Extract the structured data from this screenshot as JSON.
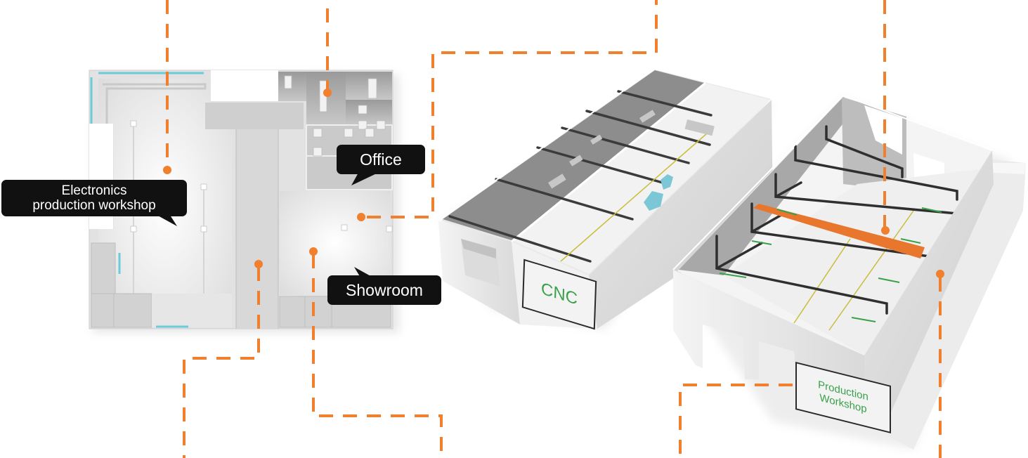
{
  "diagram": {
    "type": "architectural-zoning",
    "colors": {
      "leader": "#f07f2e",
      "callout_bg": "#111111",
      "callout_text": "#ffffff",
      "sign_text": "#3aa14a",
      "glass": "#6ccbd8",
      "beam_highlight": "#e8772d"
    },
    "floor_plan": {
      "labels": {
        "electronics_line1": "Electronics",
        "electronics_line2": "production workshop",
        "office": "Office",
        "showroom": "Showroom"
      }
    },
    "building_cnc": {
      "sign": "CNC"
    },
    "building_production": {
      "sign_line1": "Production",
      "sign_line2": "Workshop"
    }
  }
}
